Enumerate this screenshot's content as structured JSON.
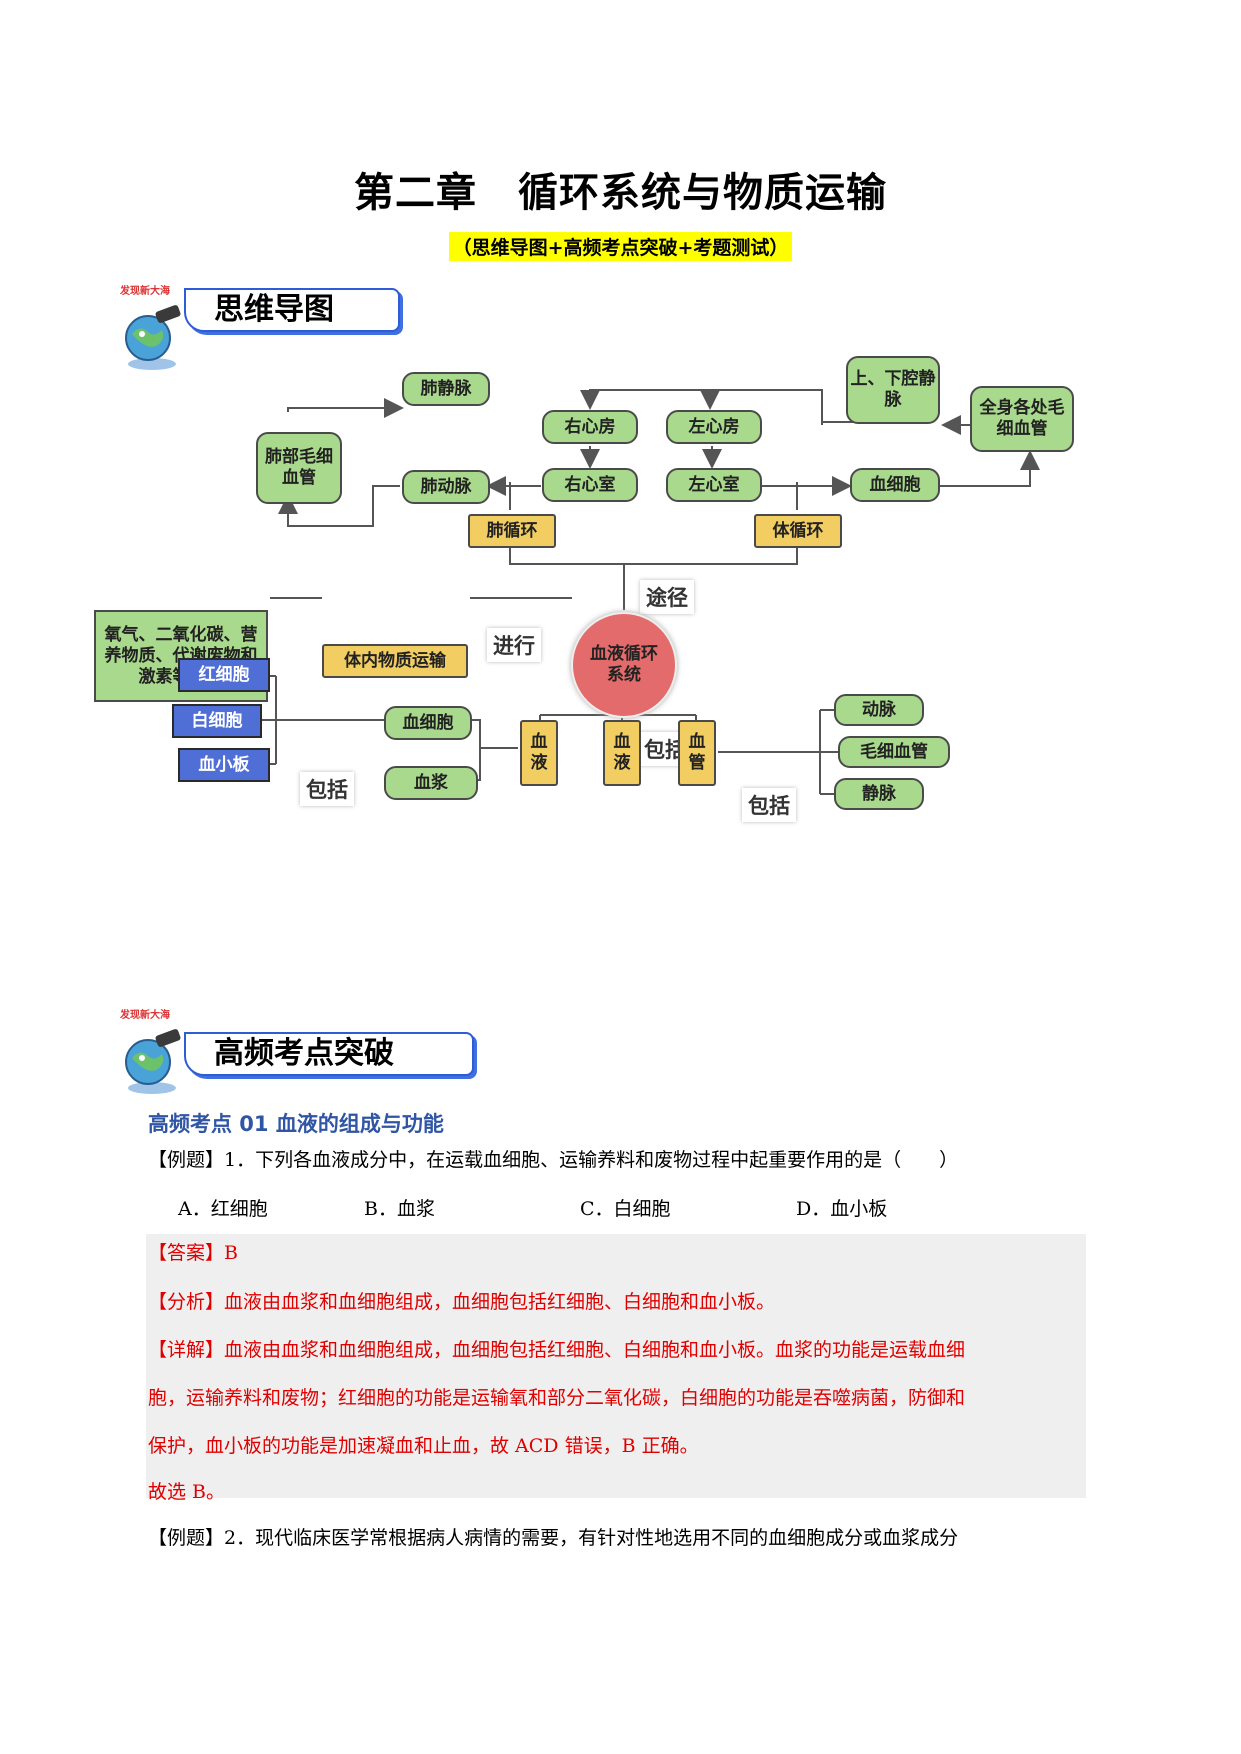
{
  "title": "第二章　循环系统与物质运输",
  "subtitle": "（思维导图+高频考点突破+考题测试）",
  "sections": {
    "mindmap_title": "思维导图",
    "hot_title": "高频考点突破"
  },
  "mascot_text": "发现新大海",
  "diagram": {
    "center": "血液循环系统",
    "route_label": "途径",
    "carry_label": "进行",
    "include_label_top": "包括",
    "include_label_left": "包括",
    "include_label_right": "包括",
    "pulmonary": "肺循环",
    "systemic": "体循环",
    "lung_vein": "肺静脉",
    "lung_artery": "肺动脉",
    "lung_cap": "肺部毛细血管",
    "right_atrium": "右心房",
    "right_ventricle": "右心室",
    "left_atrium": "左心房",
    "left_ventricle": "左心室",
    "vena_cava": "上、下腔静脉",
    "body_cap": "全身各处毛细血管",
    "body_blood_cell": "血细胞",
    "transport": "体内物质运输",
    "substances": "氧气、二氧化碳、营养物质、代谢废物和激素等物质",
    "blood1": "血液",
    "blood2": "血液",
    "vessel": "血管",
    "blood_cell": "血细胞",
    "plasma": "血浆",
    "rbc": "红细胞",
    "wbc": "白细胞",
    "platelet": "血小板",
    "artery": "动脉",
    "capillary": "毛细血管",
    "vein": "静脉"
  },
  "kp1": {
    "title": "高频考点 01  血液的组成与功能",
    "q1": "【例题】1．下列各血液成分中，在运载血细胞、运输养料和废物过程中起重要作用的是（　　）",
    "options": [
      "A．红细胞",
      "B．血浆",
      "C．白细胞",
      "D．血小板"
    ],
    "answer": "【答案】B",
    "analysis": "【分析】血液由血浆和血细胞组成，血细胞包括红细胞、白细胞和血小板。",
    "detail_1": "【详解】血液由血浆和血细胞组成，血细胞包括红细胞、白细胞和血小板。血浆的功能是运载血细",
    "detail_2": "胞，运输养料和废物；红细胞的功能是运输氧和部分二氧化碳，白细胞的功能是吞噬病菌，防御和",
    "detail_3": "保护，血小板的功能是加速凝血和止血，故 ACD 错误，B 正确。",
    "conclusion": "故选 B。",
    "q2": "【例题】2．现代临床医学常根据病人病情的需要，有针对性地选用不同的血细胞成分或血浆成分"
  }
}
